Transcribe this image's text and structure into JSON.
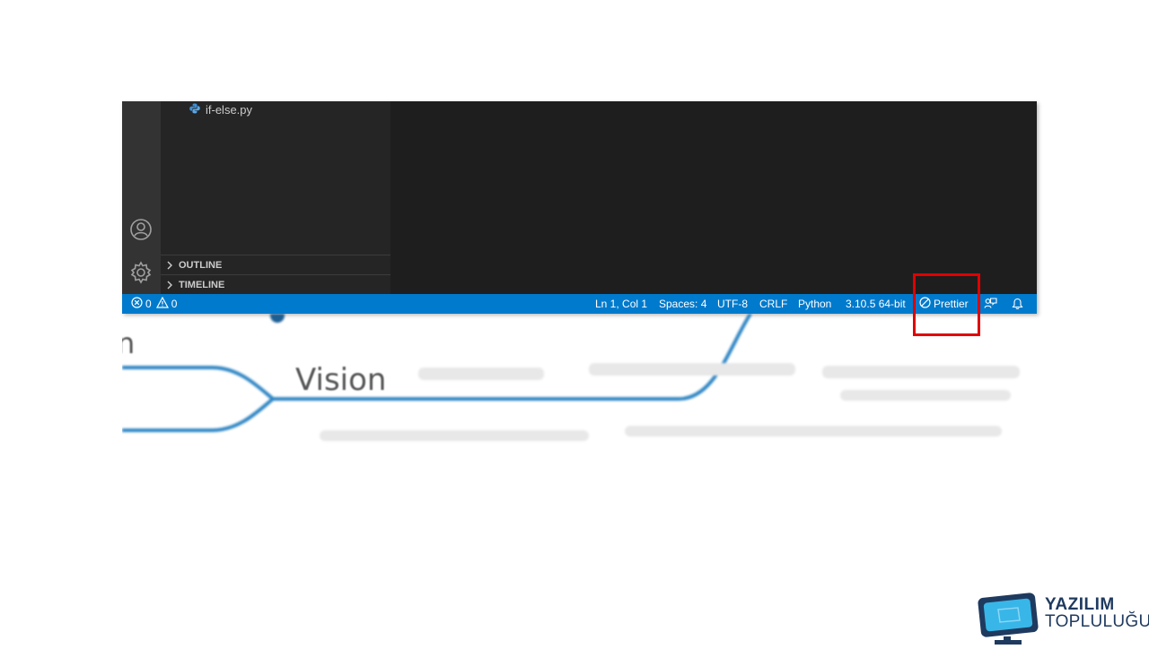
{
  "explorer": {
    "file": {
      "name": "if-else.py",
      "icon": "python-icon"
    },
    "sections": [
      "OUTLINE",
      "TIMELINE"
    ]
  },
  "statusbar": {
    "errors": "0",
    "warnings": "0",
    "position": "Ln 1, Col 1",
    "spaces": "Spaces: 4",
    "encoding": "UTF-8",
    "eol": "CRLF",
    "language": "Python",
    "interpreter": "3.10.5 64-bit",
    "formatter": "Prettier"
  },
  "background_diagram": {
    "labels": [
      "n",
      "Vision"
    ]
  },
  "logo": {
    "line1": "YAZILIM",
    "line2": "TOPLULUĞU"
  },
  "colors": {
    "statusbar": "#007acc",
    "activity_bar": "#333333",
    "sidebar": "#252526",
    "editor": "#1e1e1e",
    "highlight": "#e00000"
  }
}
